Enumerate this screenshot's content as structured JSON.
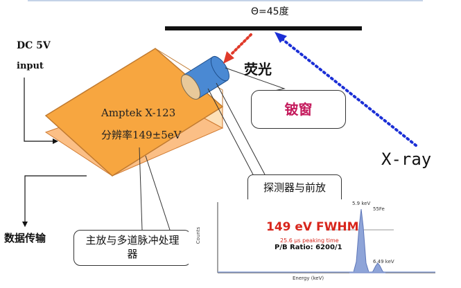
{
  "angle_label": "Θ=45度",
  "power": {
    "line1": "DC 5V",
    "line2": "input"
  },
  "fluorescence_label": "荧光",
  "xray_label": "X-ray",
  "be_window_label": "铍窗",
  "device": {
    "name": "Amptek X-123",
    "resolution": "分辨率149±5eV"
  },
  "detector_label": "探测器与前放",
  "processor_label": "主放与多道脉冲处理器",
  "data_transfer_label": "数据传输",
  "spectrum": {
    "fwhm": "149 eV FWHM",
    "peaking_time": "25.6 μs peaking time",
    "pb_ratio": "P/B Ratio: 6200/1",
    "peak1": "5.9 keV",
    "peak2": "6.49 keV",
    "isotope": "55Fe",
    "xlabel": "Energy (keV)",
    "ylabel": "Counts"
  },
  "colors": {
    "box_top": "#f7a640",
    "box_bottom": "#fbbf86",
    "box_side": "#fdd6a6",
    "fluorescence_arrow": "#e03a2a",
    "xray_arrow": "#1b2fd6",
    "be_window_text": "#c41a5c",
    "detector": "#4a89d3",
    "fwhm_text": "#d8261c",
    "peak_fill": "#8ea4d8"
  }
}
